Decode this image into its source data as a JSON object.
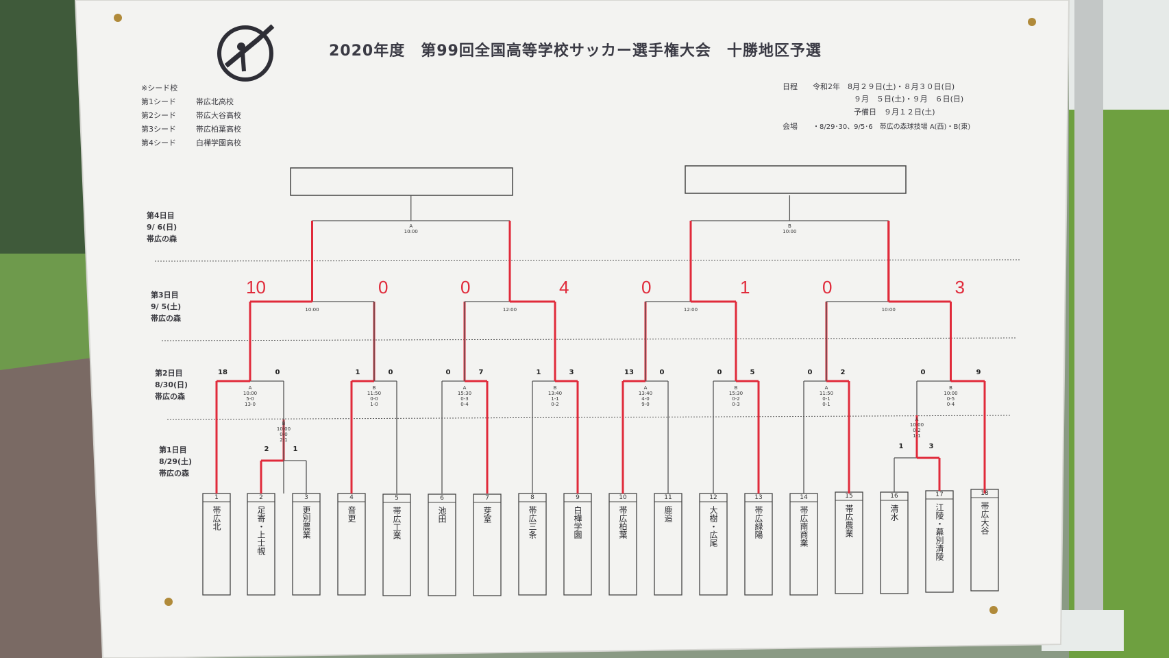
{
  "poster": {
    "title": "2020年度　第99回全国高等学校サッカー選手権大会　十勝地区予選",
    "seed_header": "※シード校",
    "seeds": [
      {
        "rank": "第1シード",
        "school": "帯広北高校"
      },
      {
        "rank": "第2シード",
        "school": "帯広大谷高校"
      },
      {
        "rank": "第3シード",
        "school": "帯広柏葉高校"
      },
      {
        "rank": "第4シード",
        "school": "白樺学園高校"
      }
    ],
    "schedule": {
      "label": "日程",
      "line1": "令和2年　8月２９日(土)・８月３０日(日)",
      "line2": "９月　５日(土)・９月　６日(日)",
      "line3": "予備日　９月１２日(土)",
      "venue_label": "会場",
      "venue": "・8/29･30、9/5･6　帯広の森球技場 A(西)・B(東)"
    },
    "days": [
      {
        "day": "第4日目",
        "date": "9/ 6(日)",
        "venue": "帯広の森"
      },
      {
        "day": "第3日目",
        "date": "9/ 5(土)",
        "venue": "帯広の森"
      },
      {
        "day": "第2日目",
        "date": "8/30(日)",
        "venue": "帯広の森"
      },
      {
        "day": "第1日目",
        "date": "8/29(土)",
        "venue": "帯広の森"
      }
    ],
    "teams": [
      {
        "no": "1",
        "name": "帯広北"
      },
      {
        "no": "2",
        "name": "足寄・上士幌"
      },
      {
        "no": "3",
        "name": "更別農業"
      },
      {
        "no": "4",
        "name": "音更"
      },
      {
        "no": "5",
        "name": "帯広工業"
      },
      {
        "no": "6",
        "name": "池田"
      },
      {
        "no": "7",
        "name": "芽室"
      },
      {
        "no": "8",
        "name": "帯広三条"
      },
      {
        "no": "9",
        "name": "白樺学園"
      },
      {
        "no": "10",
        "name": "帯広柏葉"
      },
      {
        "no": "11",
        "name": "鹿追"
      },
      {
        "no": "12",
        "name": "大樹・広尾"
      },
      {
        "no": "13",
        "name": "帯広緑陽"
      },
      {
        "no": "14",
        "name": "帯広南商業"
      },
      {
        "no": "15",
        "name": "帯広農業"
      },
      {
        "no": "16",
        "name": "清水"
      },
      {
        "no": "17",
        "name": "江陵・幕別清陵"
      },
      {
        "no": "18",
        "name": "帯広大谷"
      }
    ],
    "round1": [
      {
        "info": "B\n10:00\n0-0\n2-1",
        "left": "2",
        "right": "1"
      },
      {
        "info": "A\n10:00\n0-2\n1-1",
        "left": "1",
        "right": "3"
      }
    ],
    "round2": [
      {
        "info": "A\n10:00\n5-0\n13-0",
        "left": "18",
        "right": "0"
      },
      {
        "info": "B\n11:50\n0-0\n1-0",
        "left": "1",
        "right": "0"
      },
      {
        "info": "A\n15:30\n0-3\n0-4",
        "left": "0",
        "right": "7"
      },
      {
        "info": "B\n13:40\n1-1\n0-2",
        "left": "1",
        "right": "3"
      },
      {
        "info": "A\n13:40\n4-0\n9-0",
        "left": "13",
        "right": "0"
      },
      {
        "info": "B\n15:30\n0-2\n0-3",
        "left": "0",
        "right": "5"
      },
      {
        "info": "A\n11:50\n0-1\n0-1",
        "left": "0",
        "right": "2"
      },
      {
        "info": "B\n10:00\n0-5\n0-4",
        "left": "0",
        "right": "9"
      }
    ],
    "round3": [
      {
        "time": "10:00",
        "left": "10",
        "right": "0"
      },
      {
        "time": "12:00",
        "left": "0",
        "right": "4"
      },
      {
        "time": "12:00",
        "left": "0",
        "right": "1"
      },
      {
        "time": "10:00",
        "left": "0",
        "right": "3"
      }
    ],
    "round4": [
      {
        "info": "A\n10:00"
      },
      {
        "info": "B\n10:00"
      }
    ],
    "colors": {
      "poster": "#f2f2f0",
      "ink": "#3a3a40",
      "win_line": "#e02a3a",
      "grass": "#6a9a4a",
      "pole": "#c8cccc"
    }
  }
}
